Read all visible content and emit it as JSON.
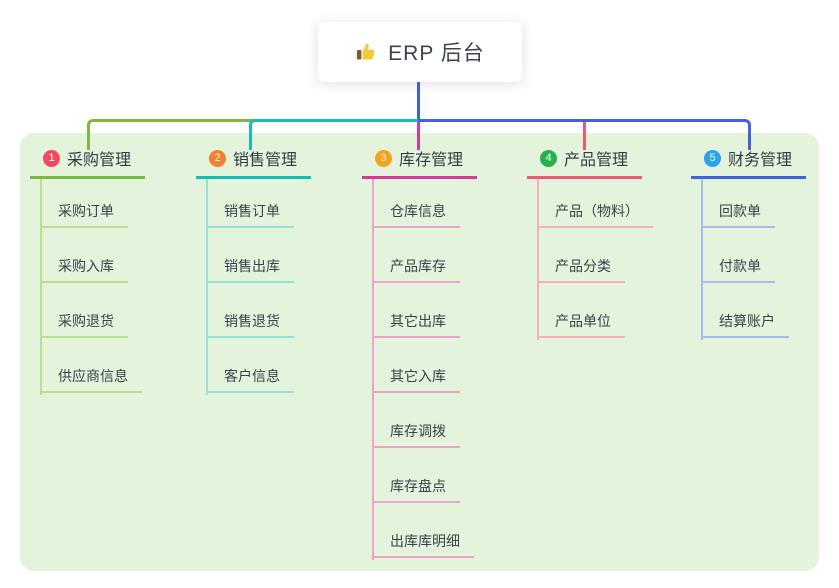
{
  "root": {
    "label": "ERP 后台",
    "icon": "thumbs-up-icon"
  },
  "colors": {
    "panel_background": "#e4f4dc",
    "root_connector": "#4162d8"
  },
  "branches": [
    {
      "index": "1",
      "label": "采购管理",
      "line_color": "#7cb93e",
      "child_line_color": "#b9df93",
      "badge_color": "#f24b60",
      "children": [
        {
          "label": "采购订单"
        },
        {
          "label": "采购入库"
        },
        {
          "label": "采购退货"
        },
        {
          "label": "供应商信息"
        }
      ]
    },
    {
      "index": "2",
      "label": "销售管理",
      "line_color": "#17bdb2",
      "child_line_color": "#96ded6",
      "badge_color": "#f5812e",
      "children": [
        {
          "label": "销售订单"
        },
        {
          "label": "销售出库"
        },
        {
          "label": "销售退货"
        },
        {
          "label": "客户信息"
        }
      ]
    },
    {
      "index": "3",
      "label": "库存管理",
      "line_color": "#d23c96",
      "child_line_color": "#f0a2cd",
      "badge_color": "#f7a21c",
      "children": [
        {
          "label": "仓库信息"
        },
        {
          "label": "产品库存"
        },
        {
          "label": "其它出库"
        },
        {
          "label": "其它入库"
        },
        {
          "label": "库存调拨"
        },
        {
          "label": "库存盘点"
        },
        {
          "label": "出库库明细"
        }
      ]
    },
    {
      "index": "4",
      "label": "产品管理",
      "line_color": "#f4566b",
      "child_line_color": "#f8afba",
      "badge_color": "#27b14c",
      "children": [
        {
          "label": "产品（物料）"
        },
        {
          "label": "产品分类"
        },
        {
          "label": "产品单位"
        }
      ]
    },
    {
      "index": "5",
      "label": "财务管理",
      "line_color": "#4162d8",
      "child_line_color": "#a9bbe9",
      "badge_color": "#2aa2ee",
      "children": [
        {
          "label": "回款单"
        },
        {
          "label": "付款单"
        },
        {
          "label": "结算账户"
        }
      ]
    }
  ]
}
